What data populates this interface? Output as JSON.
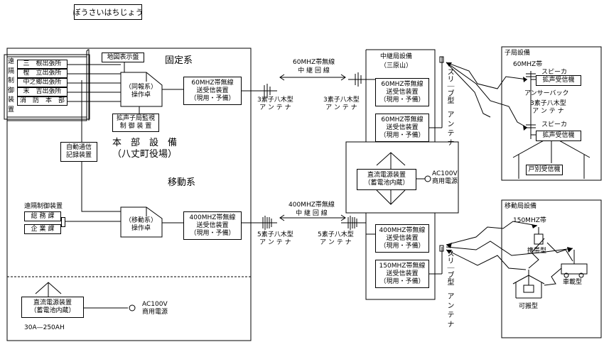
{
  "title_label": "ぼうさいはちじょう",
  "remote_office_group": {
    "side_label": [
      "遠",
      "隔",
      "制",
      "御",
      "装",
      "置"
    ],
    "offices": [
      "三　根出張所",
      "樫　立出張所",
      "中之郷出張所",
      "末　吉出張所",
      "消　防　本　部"
    ]
  },
  "hq": {
    "map_panel": "地図表示盤",
    "fixed_system": "固定系",
    "mobile_system": "移動系",
    "fixed_console": [
      "（同報系）",
      "操作卓"
    ],
    "mobile_console": [
      "（移動系）",
      "操作卓"
    ],
    "supervision": [
      "拡声子局監視",
      "制 御 装 置"
    ],
    "auto_record": [
      "自動通信",
      "記録装置"
    ],
    "hq_title": [
      "本　部　設　備",
      "（八丈町役場）"
    ],
    "radio60": [
      "60MHZ帯無線",
      "送受信装置",
      "（現用・予備）"
    ],
    "radio400": [
      "400MHZ帯無線",
      "送受信装置",
      "（現用・予備）"
    ],
    "remote_ctrl_label": "遠隔制御装置",
    "remote_depts": [
      "総 務 課",
      "企 業 課"
    ],
    "dc_power": [
      "直流電源装置",
      "（蓄電池内蔵）"
    ],
    "ac_label": [
      "AC100V",
      "商用電源"
    ],
    "battery_cap": "30A—250AH",
    "ant3": [
      "3素子八木型",
      "ア ン テ ナ"
    ],
    "ant5": [
      "5素子八木型",
      "ア ン テ ナ"
    ]
  },
  "link": {
    "l60": [
      "60MHZ帯無線",
      "中 継 回 線"
    ],
    "l400": [
      "400MHZ帯無線",
      "中 継 回 線"
    ]
  },
  "relay": {
    "title": [
      "中継局設備",
      "（三原山）"
    ],
    "ant3": [
      "3素子八木型",
      "ア ン テ ナ"
    ],
    "ant5": [
      "5素子八木型",
      "ア ン テ ナ"
    ],
    "r60a": [
      "60MHZ帯無線",
      "送受信装置",
      "（現用・予備）"
    ],
    "r60b": [
      "60MHZ帯無線",
      "送受信装置",
      "（現用・予備）"
    ],
    "r400": [
      "400MHZ帯無線",
      "送受信装置",
      "（現用・予備）"
    ],
    "r150": [
      "150MHZ帯無線",
      "送受信装置",
      "（現用・予備）"
    ],
    "dc_power": [
      "直流電源装置",
      "（蓄電池内蔵）"
    ],
    "ac_label": [
      "AC100V",
      "商用電源"
    ],
    "sleeve": [
      "スリ｜ブ型",
      "ア ン テ ナ"
    ]
  },
  "child": {
    "title": "子局設備",
    "band": "60MHZ帯",
    "speaker1": "スピーカ",
    "speaker2": "スピーカ",
    "receiver1": "拡声受信機",
    "receiver2": "拡声受信機",
    "answer": "アンサーバック",
    "ant": [
      "3素子八木型",
      "ア ン テ ナ"
    ],
    "home": "戸別受信機"
  },
  "mobile": {
    "title": "移動局設備",
    "band": "150MHZ帯",
    "portable": "携帯型",
    "vehicle": "車載型",
    "transportable": "可搬型"
  }
}
